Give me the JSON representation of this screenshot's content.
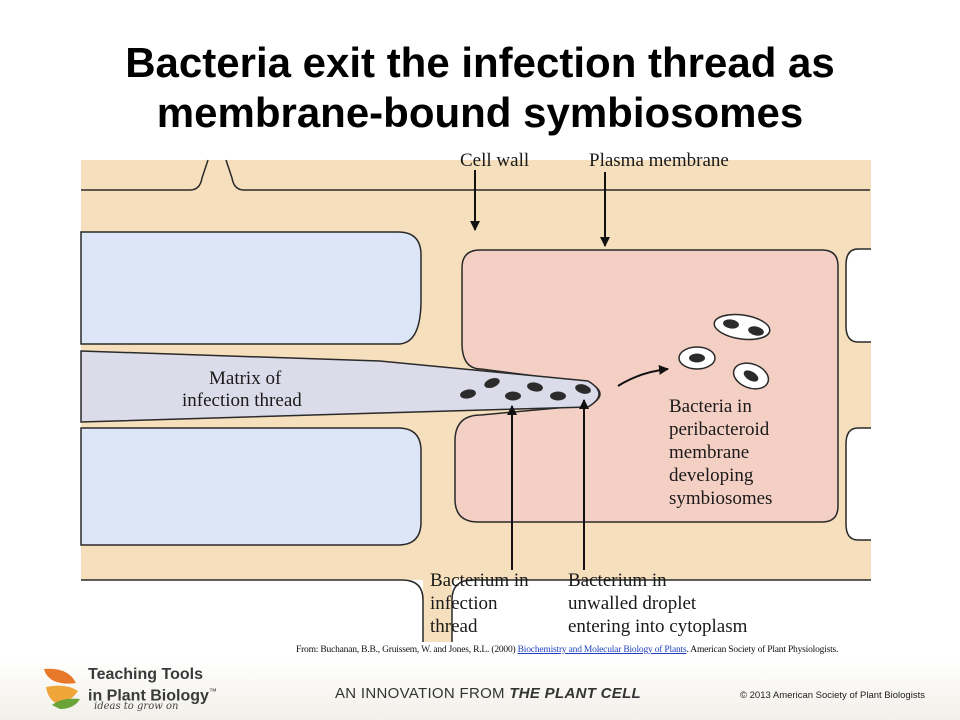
{
  "title": {
    "line1": "Bacteria exit the infection thread as",
    "line2": "membrane-bound symbiosomes"
  },
  "diagram": {
    "labels": {
      "cell_wall": "Cell wall",
      "plasma_membrane": "Plasma membrane",
      "matrix": [
        "Matrix of",
        "infection thread"
      ],
      "bacteria_peribacteroid": [
        "Bacteria in",
        "peribacteroid",
        "membrane",
        "developing",
        "symbiosomes"
      ],
      "bacterium_in_thread": [
        "Bacterium in",
        "infection",
        "thread"
      ],
      "bacterium_unwalled": [
        "Bacterium in",
        "unwalled droplet",
        "entering into cytoplasm"
      ]
    },
    "colors": {
      "cell_wall": "#f6dfbd",
      "left_cells": "#dce6f6",
      "infected_cell": "#f4cfc4",
      "infection_thread": "#dbdbea",
      "bacteria": "#2b2b2b"
    }
  },
  "citation": {
    "prefix": "From: Buchanan, B.B., Gruissem, W. and Jones, R.L. (2000) ",
    "link": "Biochemistry and Molecular Biology of Plants",
    "suffix": ". American Society of Plant Physiologists."
  },
  "footer": {
    "brand_line1": "Teaching Tools",
    "brand_line2": "in Plant Biology",
    "trademark": "™",
    "tagline": "ideas to grow on",
    "innovation_prefix": "AN INNOVATION FROM ",
    "innovation_brand": "THE PLANT CELL",
    "copyright": "© 2013 American Society of Plant Biologists",
    "logo_icon": "leaf-logo-icon"
  }
}
